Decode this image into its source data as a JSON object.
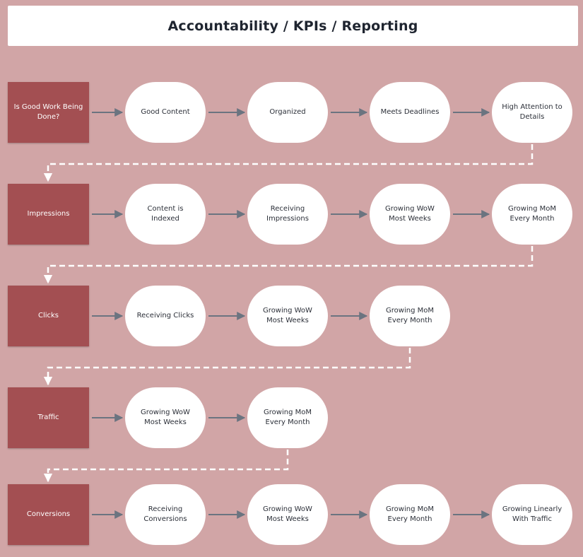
{
  "title": "Accountability / KPIs / Reporting",
  "colors": {
    "background": "#d1a5a6",
    "label_fill": "#a34f52",
    "node_fill": "#ffffff",
    "arrow": "#6b7480",
    "connector_dashed": "#ffffff"
  },
  "rows": [
    {
      "label": "Is Good Work Being Done?",
      "nodes": [
        "Good Content",
        "Organized",
        "Meets Deadlines",
        "High Attention to Details"
      ]
    },
    {
      "label": "Impressions",
      "nodes": [
        "Content is Indexed",
        "Receiving Impressions",
        "Growing WoW Most Weeks",
        "Growing MoM Every Month"
      ]
    },
    {
      "label": "Clicks",
      "nodes": [
        "Receiving Clicks",
        "Growing WoW Most Weeks",
        "Growing MoM Every Month"
      ]
    },
    {
      "label": "Traffic",
      "nodes": [
        "Growing WoW Most Weeks",
        "Growing MoM Every Month"
      ]
    },
    {
      "label": "Conversions",
      "nodes": [
        "Receiving Conversions",
        "Growing WoW Most Weeks",
        "Growing MoM Every Month",
        "Growing Linearly With Traffic"
      ]
    }
  ]
}
